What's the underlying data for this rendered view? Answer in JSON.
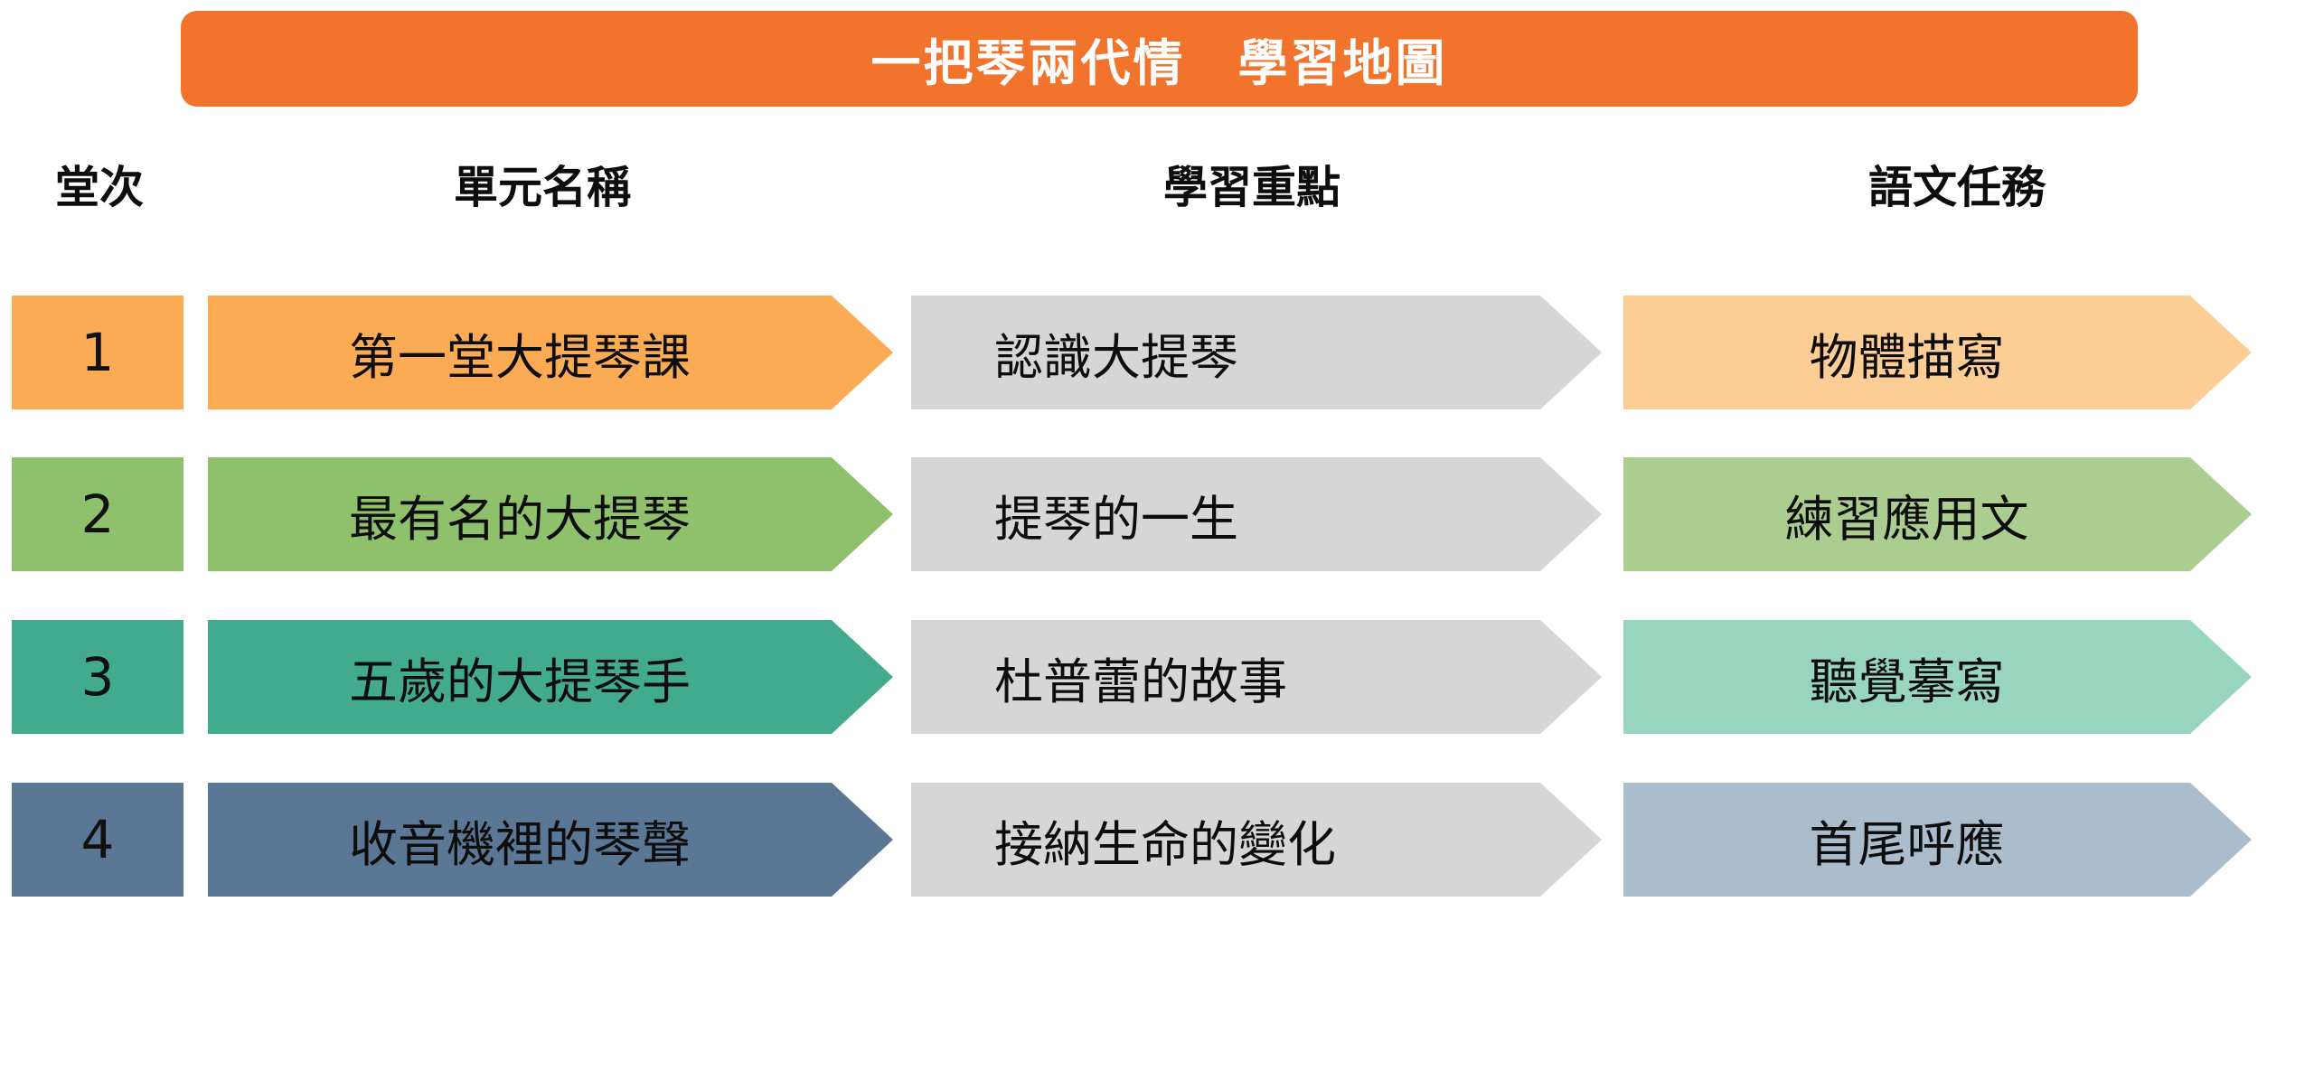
{
  "title": "一把琴兩代情　學習地圖",
  "title_bar_color": "#F2732C",
  "arrow_gray_color": "#D6D6D6",
  "columns": [
    {
      "label": "堂次"
    },
    {
      "label": "單元名稱"
    },
    {
      "label": "學習重點"
    },
    {
      "label": "語文任務"
    }
  ],
  "rows": [
    {
      "num": "1",
      "unit": "第一堂大提琴課",
      "focus": "認識大提琴",
      "task": "物體描寫",
      "color": "#FBAB54",
      "light_color": "#FCCD95"
    },
    {
      "num": "2",
      "unit": "最有名的大提琴",
      "focus": "提琴的一生",
      "task": "練習應用文",
      "color": "#8FC06C",
      "light_color": "#ABCE90"
    },
    {
      "num": "3",
      "unit": "五歲的大提琴手",
      "focus": "杜普蕾的故事",
      "task": "聽覺摹寫",
      "color": "#42AB8D",
      "light_color": "#98D5BE"
    },
    {
      "num": "4",
      "unit": "收音機裡的琴聲",
      "focus": "接納生命的變化",
      "task": "首尾呼應",
      "color": "#5A7795",
      "light_color": "#ABBDCD"
    }
  ]
}
